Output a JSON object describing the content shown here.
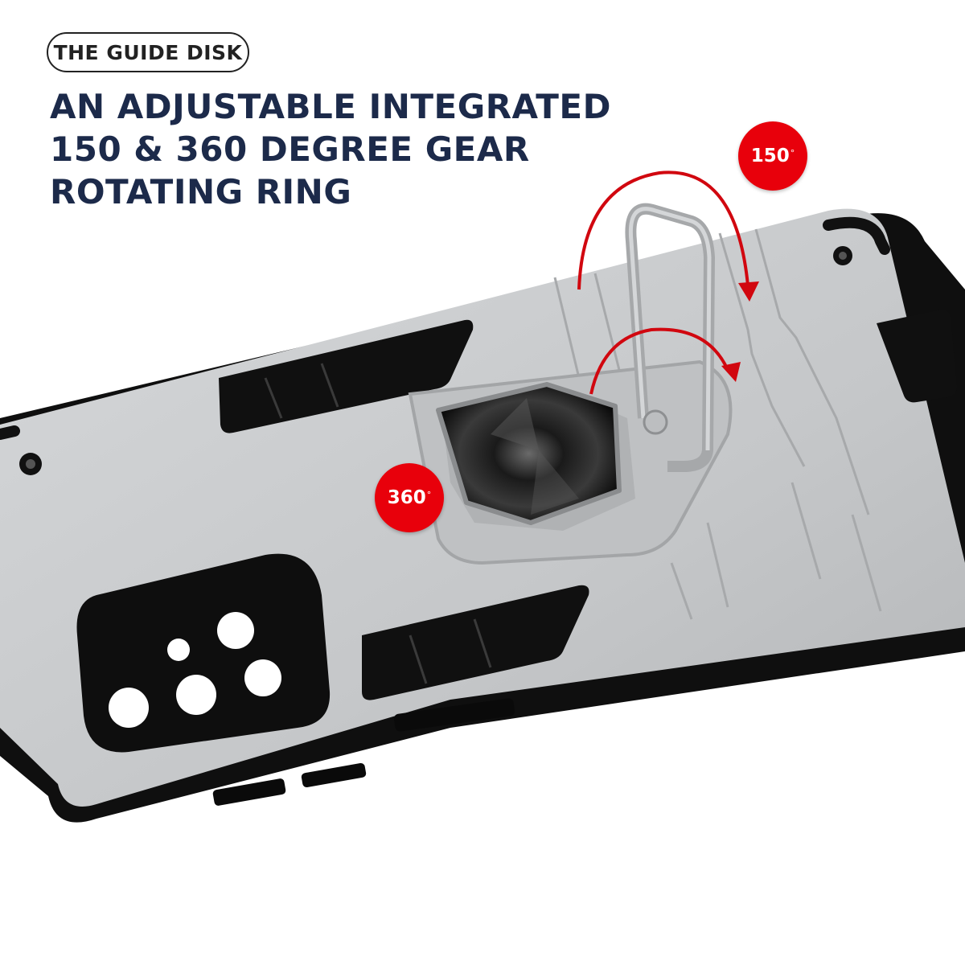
{
  "tag": {
    "label": "THE GUIDE DISK"
  },
  "headline": {
    "line1": "AN ADJUSTABLE INTEGRATED",
    "line2": "150 & 360 DEGREE GEAR",
    "line3": "ROTATING RING"
  },
  "badges": {
    "ring_150": {
      "value": "150",
      "unit": "°"
    },
    "ring_360": {
      "value": "360",
      "unit": "°"
    }
  },
  "colors": {
    "accent_red": "#e8000b",
    "headline_navy": "#1c2a4a",
    "case_silver": "#c9cbcd",
    "case_black": "#0f0f0f"
  },
  "icons": [
    "phone-case-image",
    "rotation-arrow-icon",
    "ring-holder-image",
    "camera-cutout-image"
  ]
}
